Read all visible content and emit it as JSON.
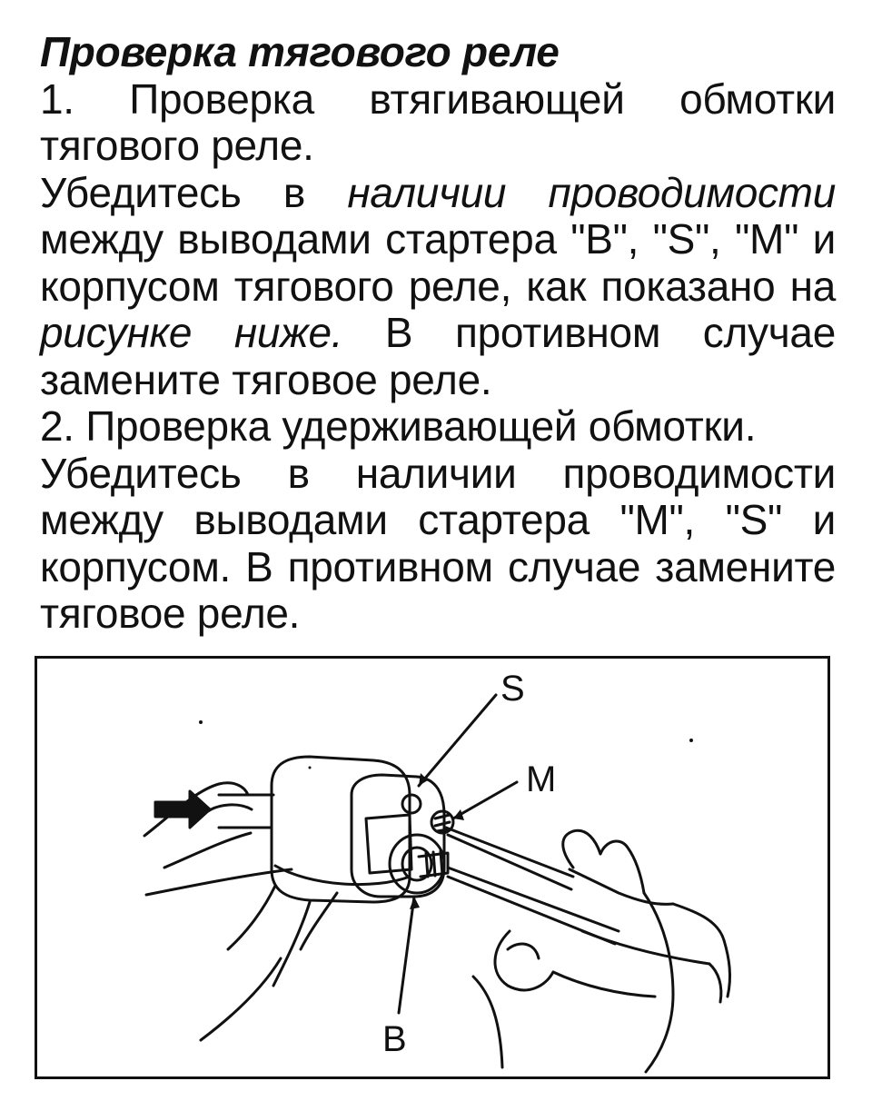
{
  "document": {
    "heading": "Проверка тягового реле",
    "step1": {
      "title": "1. Проверка втягивающей обмотки тягового реле.",
      "text_before": "Убедитесь в ",
      "text_emphasis": "наличии проводимости",
      "text_middle": " между выводами стартера \"B\", \"S\", \"M\" и корпусом тягового реле, как показано на ",
      "text_emphasis2": "рисунке ниже.",
      "text_after": " В противном случае замените тяговое реле."
    },
    "step2": {
      "title": "2. Проверка удерживающей обмотки.",
      "text": "Убедитесь в наличии проводимости между выводами стартера \"M\", \"S\" и корпусом. В противном случае замените тяговое реле."
    }
  },
  "figure": {
    "labels": {
      "s": "S",
      "m": "M",
      "b": "B"
    }
  }
}
